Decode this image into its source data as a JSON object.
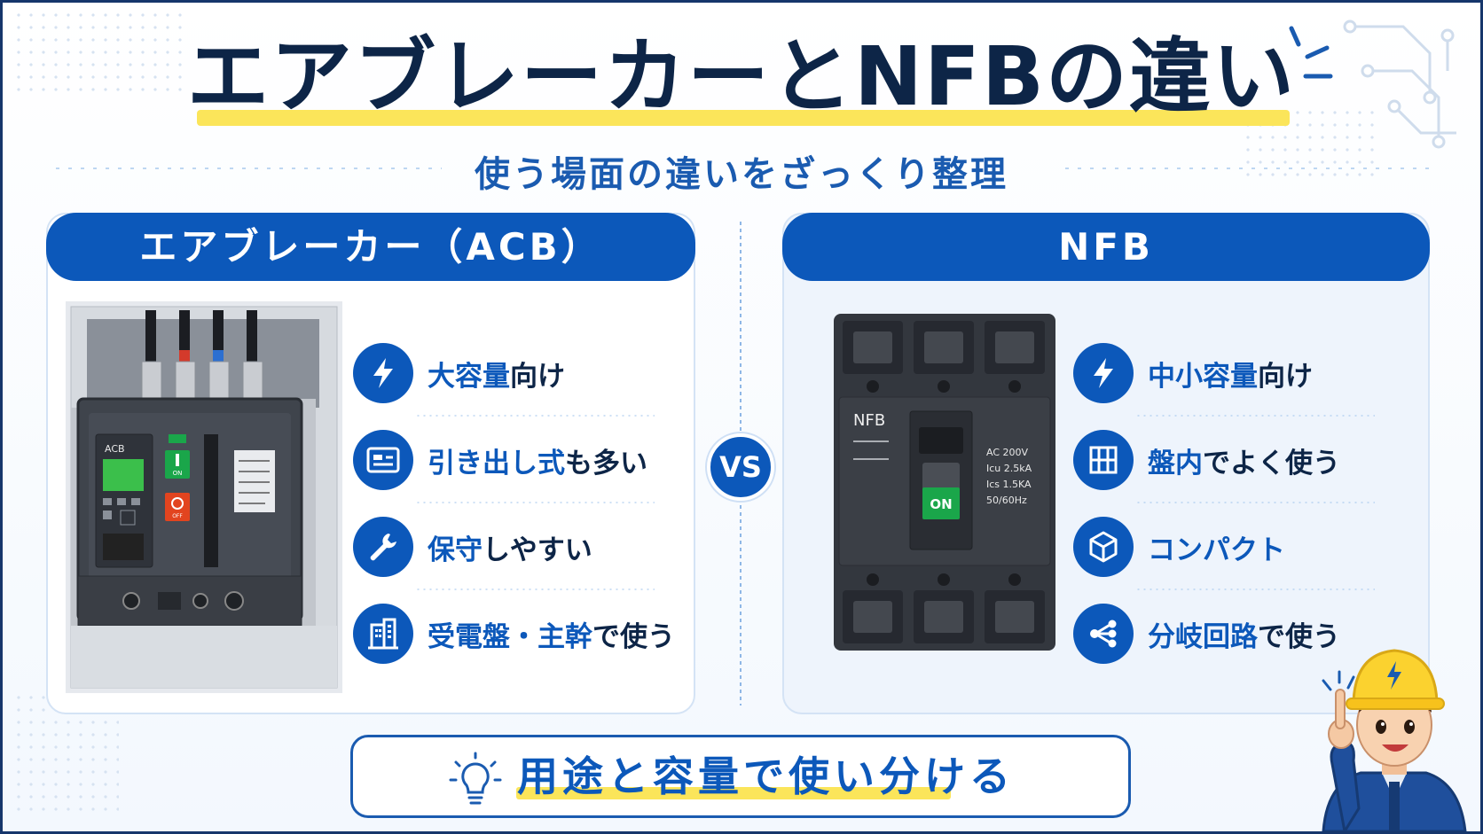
{
  "title": "エアブレーカーとNFBの違い",
  "subtitle": "使う場面の違いをざっくり整理",
  "vs_label": "VS",
  "colors": {
    "primary": "#0c58ba",
    "navy": "#0d2547",
    "accent_yellow": "#fbe55a",
    "on_green": "#1aa64a",
    "off_red": "#e2441f"
  },
  "left": {
    "heading": "エアブレーカー（ACB）",
    "device": {
      "brand": "ACB",
      "on_label": "ON",
      "off_label": "OFF"
    },
    "features": [
      {
        "icon": "lightning-icon",
        "strong": "大容量",
        "rest": "向け"
      },
      {
        "icon": "drawer-icon",
        "strong": "引き出し式",
        "rest": "も多い"
      },
      {
        "icon": "wrench-icon",
        "strong": "保守",
        "rest": "しやすい"
      },
      {
        "icon": "building-icon",
        "strong": "受電盤・主幹",
        "rest": "で使う"
      }
    ]
  },
  "right": {
    "heading": "NFB",
    "device": {
      "brand": "NFB",
      "on_label": "ON",
      "spec_lines": [
        "AC 200V",
        "Icu 2.5kA",
        "Ics 1.5KA",
        "50/60Hz"
      ]
    },
    "features": [
      {
        "icon": "lightning-icon",
        "strong": "中小容量",
        "rest": "向け"
      },
      {
        "icon": "panel-grid-icon",
        "strong": "盤内",
        "rest": "でよく使う"
      },
      {
        "icon": "cube-icon",
        "strong": "コンパクト",
        "rest": ""
      },
      {
        "icon": "branch-icon",
        "strong": "分岐回路",
        "rest": "で使う"
      }
    ]
  },
  "banner": {
    "icon": "lightbulb-icon",
    "text": "用途と容量で使い分ける"
  }
}
